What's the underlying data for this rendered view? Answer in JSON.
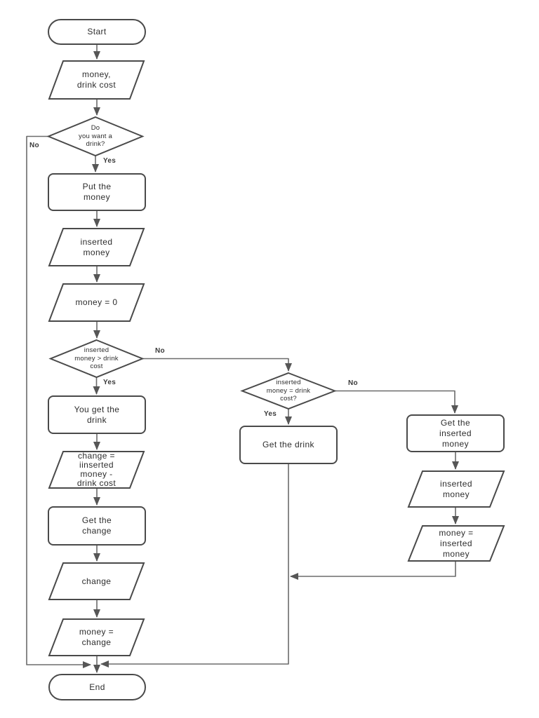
{
  "colors": {
    "background": "#ffffff",
    "shape_fill": "#ffffff",
    "shape_border": "#4a4a4a",
    "connector": "#6b6b6b",
    "arrowhead": "#565656",
    "text": "#2d2d2d",
    "edge_label_text": "#3a3a3a"
  },
  "nodes": {
    "start": {
      "type": "terminator",
      "label": "Start"
    },
    "input_costs": {
      "type": "data",
      "label": "money,\ndrink cost"
    },
    "want_drink": {
      "type": "decision",
      "label": "Do\nyou want a\ndrink?"
    },
    "put_money": {
      "type": "process",
      "label": "Put the\nmoney"
    },
    "inserted_money_in": {
      "type": "data",
      "label": "inserted\nmoney"
    },
    "money_zero": {
      "type": "data",
      "label": "money = 0"
    },
    "money_gt_cost": {
      "type": "decision",
      "label": "inserted\nmoney > drink\ncost"
    },
    "you_get_drink": {
      "type": "process",
      "label": "You get the\ndrink"
    },
    "change_calc": {
      "type": "data",
      "label": "change =\niinserted\nmoney -\ndrink cost"
    },
    "get_change": {
      "type": "process",
      "label": "Get the\nchange"
    },
    "change_out": {
      "type": "data",
      "label": "change"
    },
    "money_change": {
      "type": "data",
      "label": "money =\nchange"
    },
    "money_eq_cost": {
      "type": "decision",
      "label": "inserted\nmoney = drink\ncost?"
    },
    "get_drink": {
      "type": "process",
      "label": "Get the drink"
    },
    "get_inserted_money": {
      "type": "process",
      "label": "Get the\ninserted\nmoney"
    },
    "inserted_money_out": {
      "type": "data",
      "label": "inserted\nmoney"
    },
    "money_inserted": {
      "type": "data",
      "label": "money =\ninserted\nmoney"
    },
    "end": {
      "type": "terminator",
      "label": "End"
    }
  },
  "edge_labels": {
    "want_drink_no": "No",
    "want_drink_yes": "Yes",
    "money_gt_cost_no": "No",
    "money_gt_cost_yes": "Yes",
    "money_eq_cost_no": "No",
    "money_eq_cost_yes": "Yes"
  }
}
